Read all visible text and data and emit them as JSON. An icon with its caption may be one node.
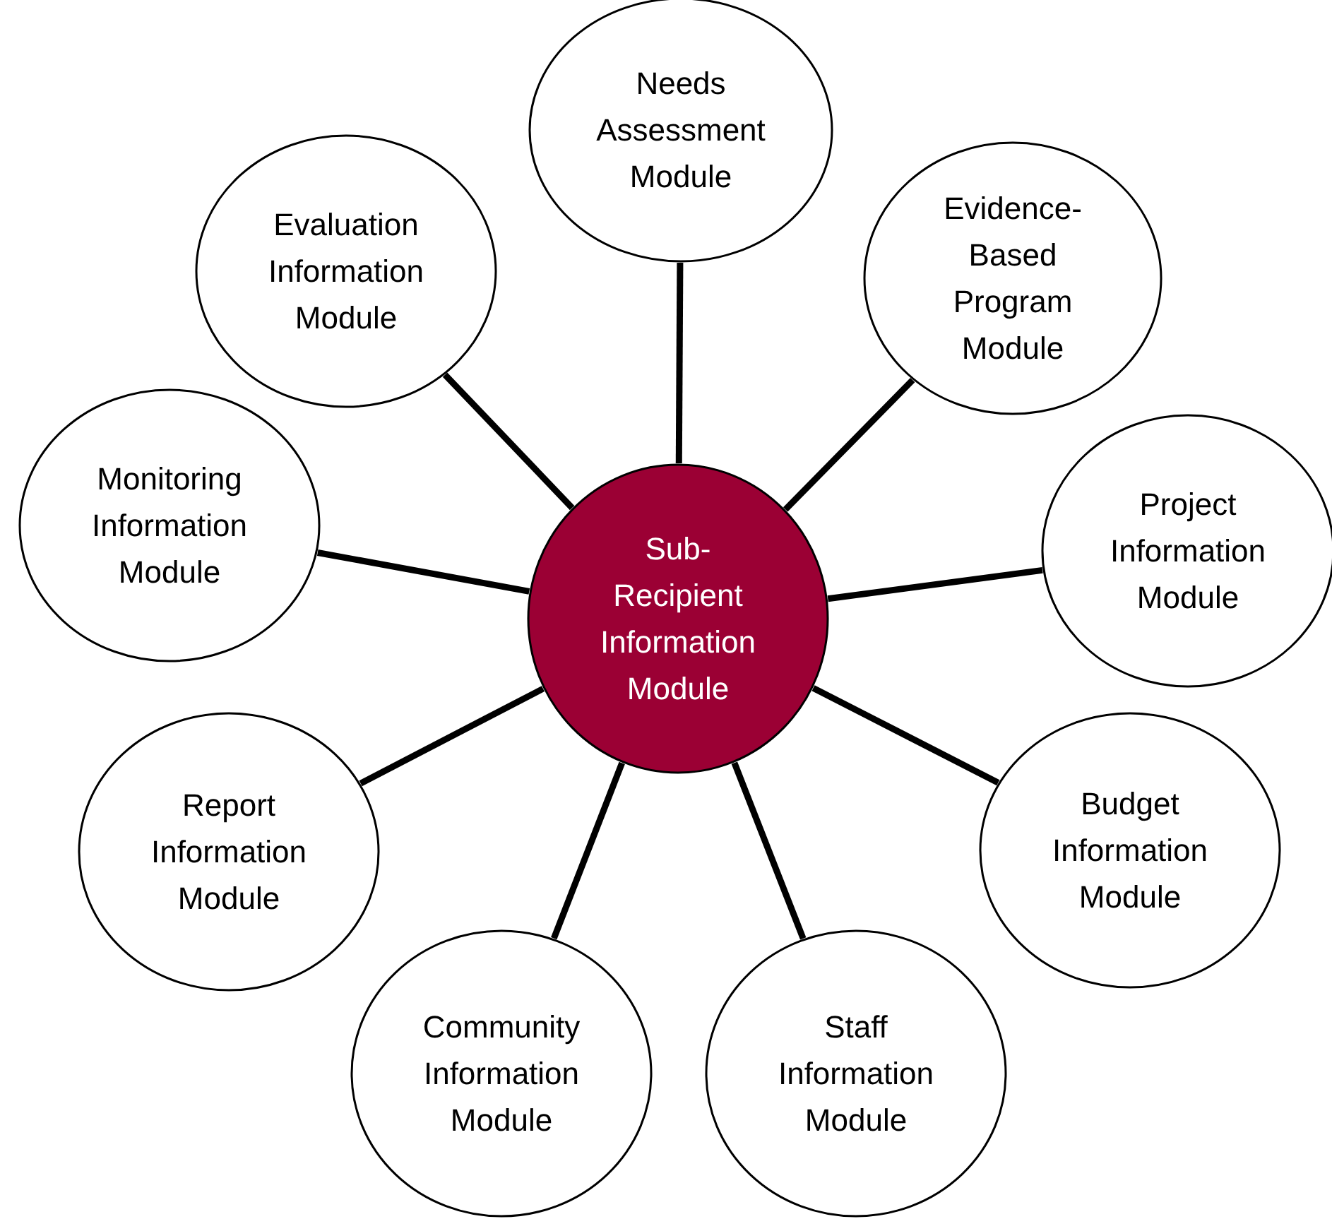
{
  "diagram": {
    "nodes": [
      {
        "text": [
          "Sub-Recipient Information Module"
        ]
      },
      {
        "text": [
          "Needs Assessment Module"
        ]
      },
      {
        "text": [
          "Evaluation Information Module"
        ]
      },
      {
        "text": [
          "Evidence-Based Program Module"
        ]
      },
      {
        "text": [
          "Monitoring Information Module"
        ]
      },
      {
        "text": [
          "Project Information Module"
        ]
      },
      {
        "text": [
          "Report Information Module"
        ]
      },
      {
        "text": [
          "Budget Information Module"
        ]
      },
      {
        "text": [
          "Community Information Module"
        ]
      },
      {
        "text": [
          "Staff Information Module"
        ]
      }
    ],
    "edges": [
      {
        "from": 0,
        "to": 1,
        "arrow": "none"
      },
      {
        "from": 0,
        "to": 2,
        "arrow": "none"
      },
      {
        "from": 0,
        "to": 3,
        "arrow": "none"
      },
      {
        "from": 0,
        "to": 4,
        "arrow": "none"
      },
      {
        "from": 0,
        "to": 5,
        "arrow": "none"
      },
      {
        "from": 0,
        "to": 6,
        "arrow": "none"
      },
      {
        "from": 0,
        "to": 7,
        "arrow": "none"
      },
      {
        "from": 0,
        "to": 8,
        "arrow": "none"
      },
      {
        "from": 0,
        "to": 9,
        "arrow": "none"
      }
    ]
  }
}
